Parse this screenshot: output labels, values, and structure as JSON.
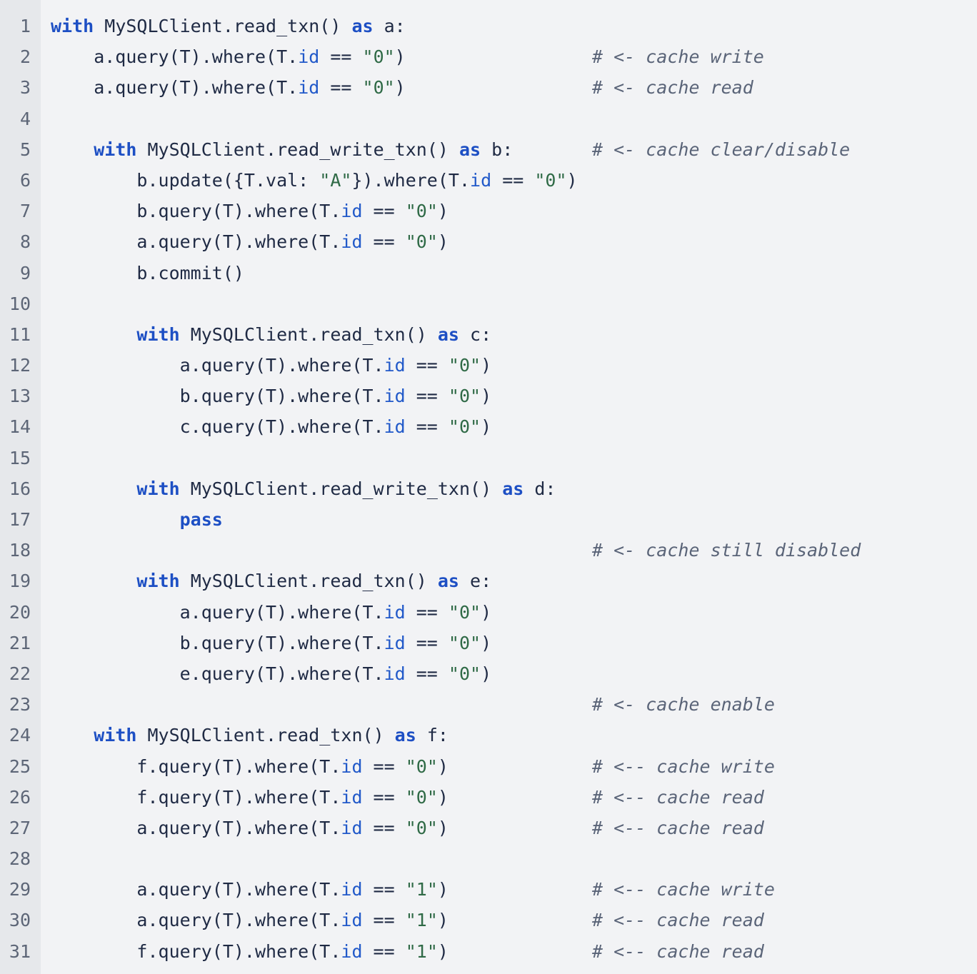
{
  "colors": {
    "keyword": "#1d4fc4",
    "attribute": "#2159c9",
    "string": "#2f6a46",
    "comment": "#5a6478",
    "background": "#f2f3f5",
    "gutter": "#e6e8eb"
  },
  "lines": [
    {
      "n": "1",
      "tokens": [
        [
          "kw",
          "with"
        ],
        [
          "plain",
          " MySQLClient.read_txn() "
        ],
        [
          "kw",
          "as"
        ],
        [
          "plain",
          " a:"
        ]
      ],
      "comment": ""
    },
    {
      "n": "2",
      "tokens": [
        [
          "plain",
          "    a.query(T).where(T."
        ],
        [
          "attr",
          "id"
        ],
        [
          "plain",
          " == "
        ],
        [
          "str",
          "\"0\""
        ],
        [
          "plain",
          ")"
        ]
      ],
      "comment": "# <- cache write"
    },
    {
      "n": "3",
      "tokens": [
        [
          "plain",
          "    a.query(T).where(T."
        ],
        [
          "attr",
          "id"
        ],
        [
          "plain",
          " == "
        ],
        [
          "str",
          "\"0\""
        ],
        [
          "plain",
          ")"
        ]
      ],
      "comment": "# <- cache read"
    },
    {
      "n": "4",
      "tokens": [],
      "comment": ""
    },
    {
      "n": "5",
      "tokens": [
        [
          "plain",
          "    "
        ],
        [
          "kw",
          "with"
        ],
        [
          "plain",
          " MySQLClient.read_write_txn() "
        ],
        [
          "kw",
          "as"
        ],
        [
          "plain",
          " b:"
        ]
      ],
      "comment": "# <- cache clear/disable"
    },
    {
      "n": "6",
      "tokens": [
        [
          "plain",
          "        b.update({T.val: "
        ],
        [
          "str",
          "\"A\""
        ],
        [
          "plain",
          "}).where(T."
        ],
        [
          "attr",
          "id"
        ],
        [
          "plain",
          " == "
        ],
        [
          "str",
          "\"0\""
        ],
        [
          "plain",
          ")"
        ]
      ],
      "comment": ""
    },
    {
      "n": "7",
      "tokens": [
        [
          "plain",
          "        b.query(T).where(T."
        ],
        [
          "attr",
          "id"
        ],
        [
          "plain",
          " == "
        ],
        [
          "str",
          "\"0\""
        ],
        [
          "plain",
          ")"
        ]
      ],
      "comment": ""
    },
    {
      "n": "8",
      "tokens": [
        [
          "plain",
          "        a.query(T).where(T."
        ],
        [
          "attr",
          "id"
        ],
        [
          "plain",
          " == "
        ],
        [
          "str",
          "\"0\""
        ],
        [
          "plain",
          ")"
        ]
      ],
      "comment": ""
    },
    {
      "n": "9",
      "tokens": [
        [
          "plain",
          "        b.commit()"
        ]
      ],
      "comment": ""
    },
    {
      "n": "10",
      "tokens": [],
      "comment": ""
    },
    {
      "n": "11",
      "tokens": [
        [
          "plain",
          "        "
        ],
        [
          "kw",
          "with"
        ],
        [
          "plain",
          " MySQLClient.read_txn() "
        ],
        [
          "kw",
          "as"
        ],
        [
          "plain",
          " c:"
        ]
      ],
      "comment": ""
    },
    {
      "n": "12",
      "tokens": [
        [
          "plain",
          "            a.query(T).where(T."
        ],
        [
          "attr",
          "id"
        ],
        [
          "plain",
          " == "
        ],
        [
          "str",
          "\"0\""
        ],
        [
          "plain",
          ")"
        ]
      ],
      "comment": ""
    },
    {
      "n": "13",
      "tokens": [
        [
          "plain",
          "            b.query(T).where(T."
        ],
        [
          "attr",
          "id"
        ],
        [
          "plain",
          " == "
        ],
        [
          "str",
          "\"0\""
        ],
        [
          "plain",
          ")"
        ]
      ],
      "comment": ""
    },
    {
      "n": "14",
      "tokens": [
        [
          "plain",
          "            c.query(T).where(T."
        ],
        [
          "attr",
          "id"
        ],
        [
          "plain",
          " == "
        ],
        [
          "str",
          "\"0\""
        ],
        [
          "plain",
          ")"
        ]
      ],
      "comment": ""
    },
    {
      "n": "15",
      "tokens": [],
      "comment": ""
    },
    {
      "n": "16",
      "tokens": [
        [
          "plain",
          "        "
        ],
        [
          "kw",
          "with"
        ],
        [
          "plain",
          " MySQLClient.read_write_txn() "
        ],
        [
          "kw",
          "as"
        ],
        [
          "plain",
          " d:"
        ]
      ],
      "comment": ""
    },
    {
      "n": "17",
      "tokens": [
        [
          "plain",
          "            "
        ],
        [
          "kw",
          "pass"
        ]
      ],
      "comment": ""
    },
    {
      "n": "18",
      "tokens": [],
      "comment": "# <- cache still disabled"
    },
    {
      "n": "19",
      "tokens": [
        [
          "plain",
          "        "
        ],
        [
          "kw",
          "with"
        ],
        [
          "plain",
          " MySQLClient.read_txn() "
        ],
        [
          "kw",
          "as"
        ],
        [
          "plain",
          " e:"
        ]
      ],
      "comment": ""
    },
    {
      "n": "20",
      "tokens": [
        [
          "plain",
          "            a.query(T).where(T."
        ],
        [
          "attr",
          "id"
        ],
        [
          "plain",
          " == "
        ],
        [
          "str",
          "\"0\""
        ],
        [
          "plain",
          ")"
        ]
      ],
      "comment": ""
    },
    {
      "n": "21",
      "tokens": [
        [
          "plain",
          "            b.query(T).where(T."
        ],
        [
          "attr",
          "id"
        ],
        [
          "plain",
          " == "
        ],
        [
          "str",
          "\"0\""
        ],
        [
          "plain",
          ")"
        ]
      ],
      "comment": ""
    },
    {
      "n": "22",
      "tokens": [
        [
          "plain",
          "            e.query(T).where(T."
        ],
        [
          "attr",
          "id"
        ],
        [
          "plain",
          " == "
        ],
        [
          "str",
          "\"0\""
        ],
        [
          "plain",
          ")"
        ]
      ],
      "comment": ""
    },
    {
      "n": "23",
      "tokens": [],
      "comment": "# <- cache enable"
    },
    {
      "n": "24",
      "tokens": [
        [
          "plain",
          "    "
        ],
        [
          "kw",
          "with"
        ],
        [
          "plain",
          " MySQLClient.read_txn() "
        ],
        [
          "kw",
          "as"
        ],
        [
          "plain",
          " f:"
        ]
      ],
      "comment": ""
    },
    {
      "n": "25",
      "tokens": [
        [
          "plain",
          "        f.query(T).where(T."
        ],
        [
          "attr",
          "id"
        ],
        [
          "plain",
          " == "
        ],
        [
          "str",
          "\"0\""
        ],
        [
          "plain",
          ")"
        ]
      ],
      "comment": "# <-- cache write"
    },
    {
      "n": "26",
      "tokens": [
        [
          "plain",
          "        f.query(T).where(T."
        ],
        [
          "attr",
          "id"
        ],
        [
          "plain",
          " == "
        ],
        [
          "str",
          "\"0\""
        ],
        [
          "plain",
          ")"
        ]
      ],
      "comment": "# <-- cache read"
    },
    {
      "n": "27",
      "tokens": [
        [
          "plain",
          "        a.query(T).where(T."
        ],
        [
          "attr",
          "id"
        ],
        [
          "plain",
          " == "
        ],
        [
          "str",
          "\"0\""
        ],
        [
          "plain",
          ")"
        ]
      ],
      "comment": "# <-- cache read"
    },
    {
      "n": "28",
      "tokens": [],
      "comment": ""
    },
    {
      "n": "29",
      "tokens": [
        [
          "plain",
          "        a.query(T).where(T."
        ],
        [
          "attr",
          "id"
        ],
        [
          "plain",
          " == "
        ],
        [
          "str",
          "\"1\""
        ],
        [
          "plain",
          ")"
        ]
      ],
      "comment": "# <-- cache write"
    },
    {
      "n": "30",
      "tokens": [
        [
          "plain",
          "        a.query(T).where(T."
        ],
        [
          "attr",
          "id"
        ],
        [
          "plain",
          " == "
        ],
        [
          "str",
          "\"1\""
        ],
        [
          "plain",
          ")"
        ]
      ],
      "comment": "# <-- cache read"
    },
    {
      "n": "31",
      "tokens": [
        [
          "plain",
          "        f.query(T).where(T."
        ],
        [
          "attr",
          "id"
        ],
        [
          "plain",
          " == "
        ],
        [
          "str",
          "\"1\""
        ],
        [
          "plain",
          ")"
        ]
      ],
      "comment": "# <-- cache read"
    }
  ]
}
